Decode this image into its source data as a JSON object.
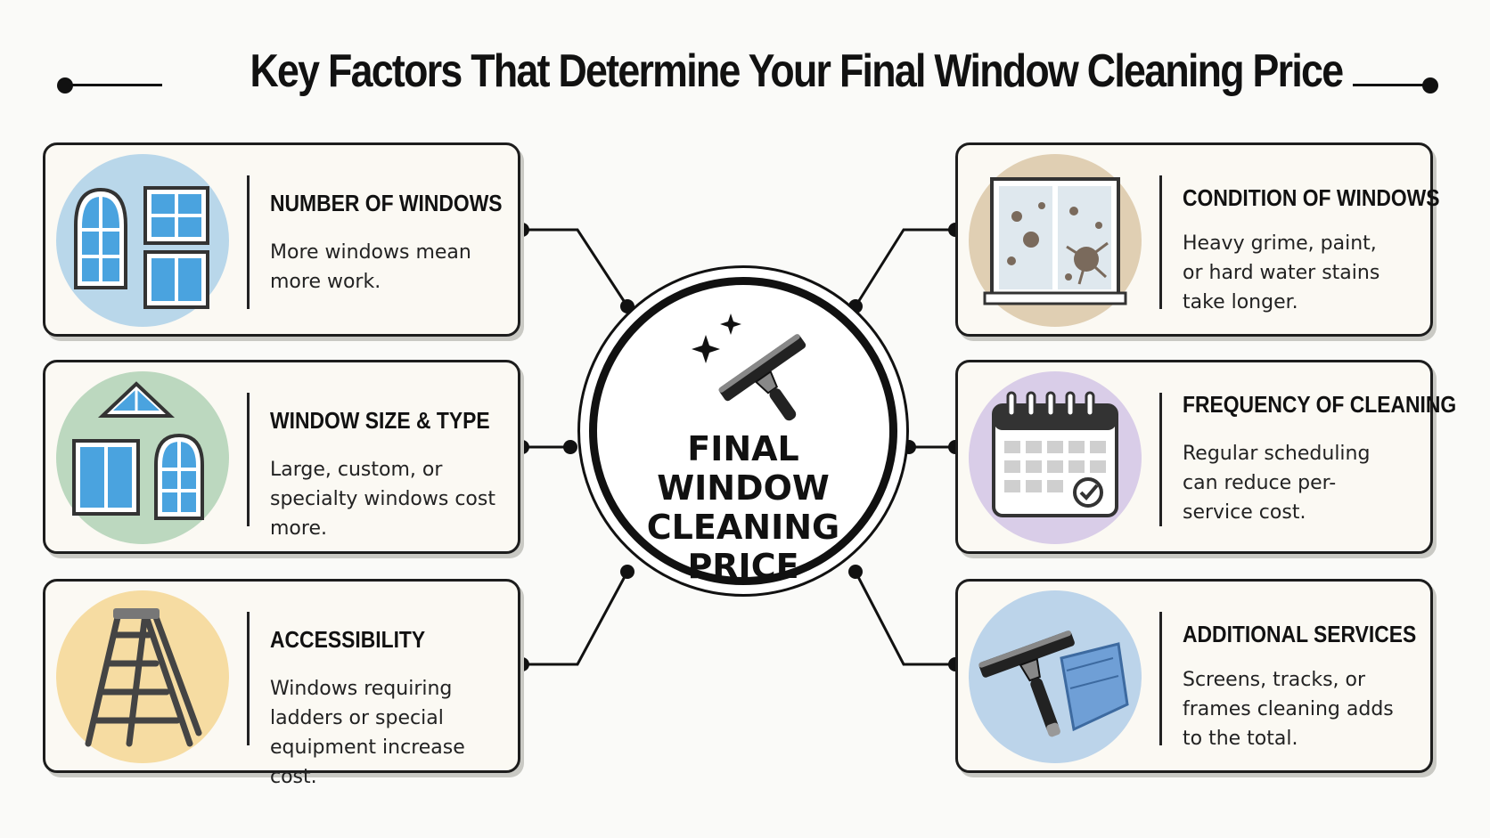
{
  "title": "Key Factors That Determine Your Final Window Cleaning Price",
  "center": {
    "lines": [
      "FINAL",
      "WINDOW",
      "CLEANING",
      "PRICE"
    ],
    "icon": "squeegee-sparkle-icon"
  },
  "factors": [
    {
      "title": "NUMBER OF WINDOWS",
      "description": "More windows mean more work.",
      "icon": "multiple-windows-icon",
      "circle_color": "#b9d7ea"
    },
    {
      "title": "WINDOW SIZE & TYPE",
      "description": "Large, custom, or specialty windows cost more.",
      "icon": "window-types-icon",
      "circle_color": "#bcd8bf"
    },
    {
      "title": "ACCESSIBILITY",
      "description": "Windows requiring ladders or special equipment increase cost.",
      "icon": "ladder-icon",
      "circle_color": "#f6dca2"
    },
    {
      "title": "CONDITION OF WINDOWS",
      "description": "Heavy grime, paint, or hard water stains take longer.",
      "icon": "dirty-window-icon",
      "circle_color": "#e0cfb3"
    },
    {
      "title": "FREQUENCY OF CLEANING",
      "description": "Regular scheduling can reduce per-service cost.",
      "icon": "calendar-check-icon",
      "circle_color": "#d9cde8"
    },
    {
      "title": "ADDITIONAL SERVICES",
      "description": "Screens, tracks, or frames cleaning adds to the total.",
      "icon": "squeegee-cloth-icon",
      "circle_color": "#bcd4ea"
    }
  ]
}
